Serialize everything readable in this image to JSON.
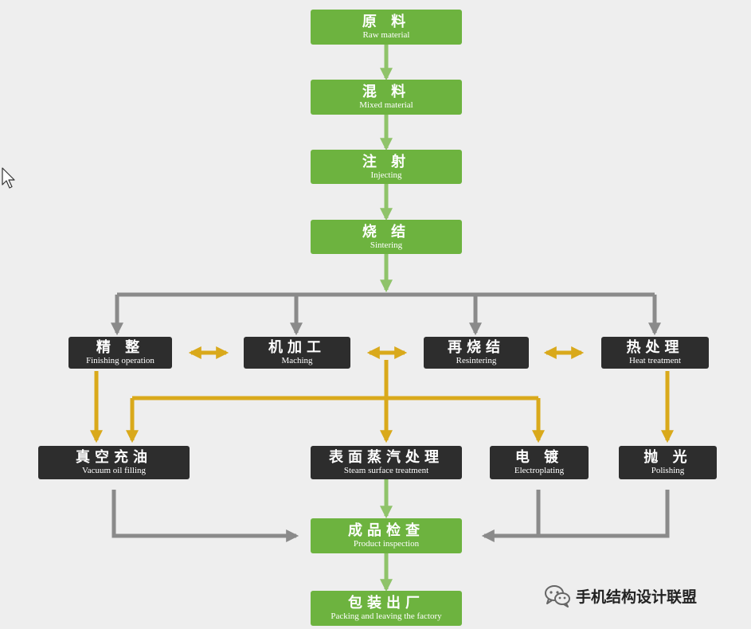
{
  "colors": {
    "green_box": "#6db33f",
    "dark_box": "#2d2d2d",
    "green_arrow": "#8fc36a",
    "gray_arrow": "#8a8a8a",
    "gold_arrow": "#d9a91b",
    "background": "#eeeeee"
  },
  "steps": {
    "raw_material": {
      "zh": "原 料",
      "en": "Raw material"
    },
    "mixed_material": {
      "zh": "混 料",
      "en": "Mixed material"
    },
    "injecting": {
      "zh": "注 射",
      "en": "Injecting"
    },
    "sintering": {
      "zh": "烧 结",
      "en": "Sintering"
    },
    "finishing": {
      "zh": "精 整",
      "en": "Finishing operation"
    },
    "machining": {
      "zh": "机加工",
      "en": "Maching"
    },
    "resintering": {
      "zh": "再烧结",
      "en": "Resintering"
    },
    "heat_treatment": {
      "zh": "热处理",
      "en": "Heat treatment"
    },
    "vacuum_oil": {
      "zh": "真空充油",
      "en": "Vacuum oil filling"
    },
    "steam_surface": {
      "zh": "表面蒸汽处理",
      "en": "Steam surface treatment"
    },
    "electroplating": {
      "zh": "电 镀",
      "en": "Electroplating"
    },
    "polishing": {
      "zh": "抛 光",
      "en": "Polishing"
    },
    "inspection": {
      "zh": "成品检查",
      "en": "Product inspection"
    },
    "packing": {
      "zh": "包装出厂",
      "en": "Packing and leaving the factory"
    }
  },
  "watermark": {
    "icon": "wechat-icon",
    "text": "手机结构设计联盟"
  },
  "cursor_icon": "mouse-pointer-icon"
}
